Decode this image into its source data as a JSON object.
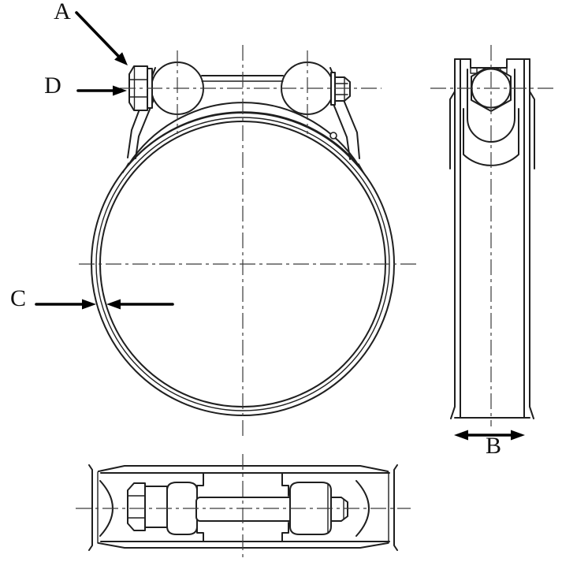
{
  "drawing": {
    "type": "technical-drawing",
    "background_color": "#ffffff",
    "line_color": "#1f1f1f",
    "annotation_color": "#000000",
    "labels": {
      "a": "A",
      "b": "B",
      "c": "C",
      "d": "D"
    }
  }
}
